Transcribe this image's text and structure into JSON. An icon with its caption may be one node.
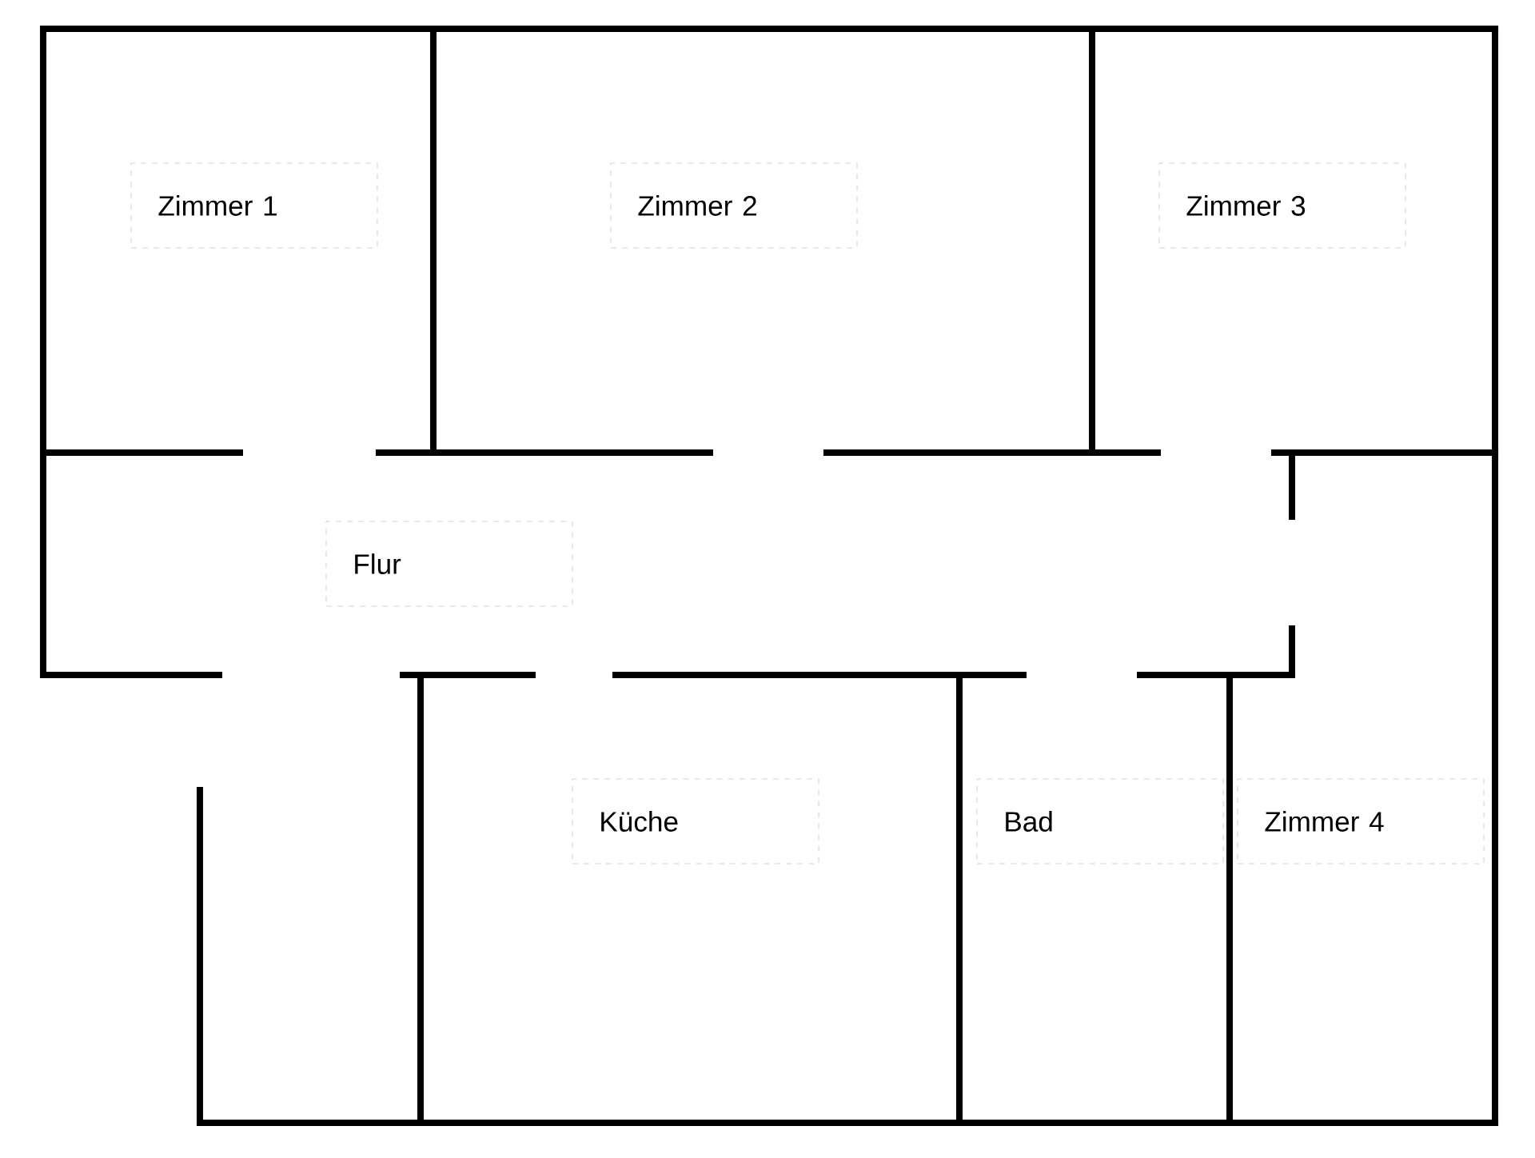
{
  "diagram": {
    "nodes": [
      {
        "text": [
          "Zimmer 1"
        ]
      },
      {
        "text": [
          "Zimmer 2"
        ]
      },
      {
        "text": [
          "Zimmer 3"
        ]
      },
      {
        "text": [
          "Flur"
        ]
      },
      {
        "text": [
          "Küche"
        ]
      },
      {
        "text": [
          "Bad"
        ]
      },
      {
        "text": [
          "Zimmer 4"
        ]
      }
    ]
  }
}
